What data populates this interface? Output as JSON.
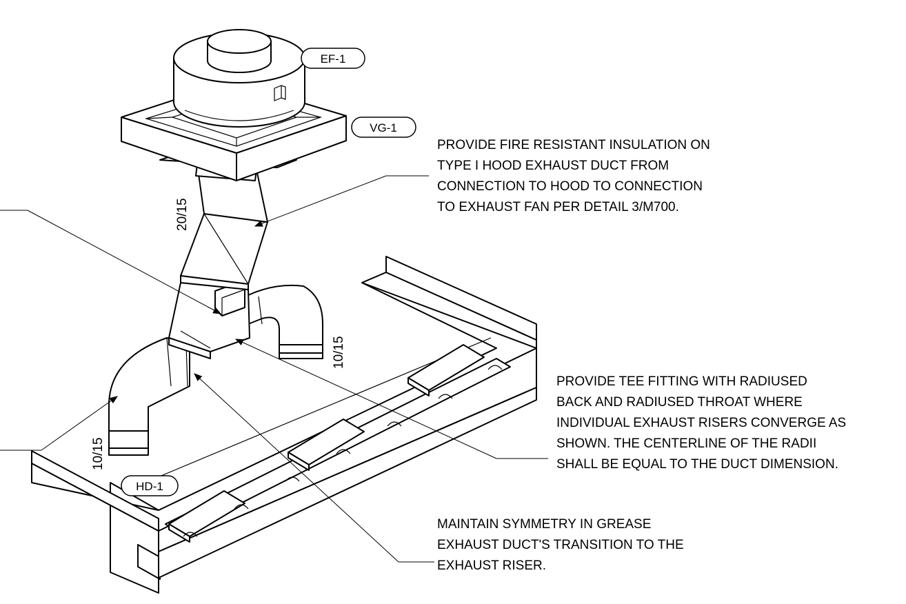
{
  "tags": {
    "exhaust_fan": "EF-1",
    "vent_grille": "VG-1",
    "hood": "HD-1"
  },
  "dimensions": {
    "riser_duct": "20/15",
    "right_branch": "10/15",
    "left_branch": "10/15"
  },
  "notes": {
    "insulation": [
      "PROVIDE FIRE RESISTANT INSULATION ON",
      "TYPE I HOOD EXHAUST DUCT FROM",
      "CONNECTION TO HOOD TO CONNECTION",
      "TO EXHAUST FAN PER DETAIL 3/M700."
    ],
    "tee_fitting": [
      "PROVIDE TEE FITTING WITH RADIUSED",
      "BACK AND RADIUSED THROAT WHERE",
      "INDIVIDUAL EXHAUST RISERS CONVERGE AS",
      "SHOWN. THE CENTERLINE OF THE RADII",
      "SHALL BE EQUAL TO THE DUCT DIMENSION."
    ],
    "symmetry": [
      "MAINTAIN SYMMETRY IN GREASE",
      "EXHAUST DUCT'S TRANSITION TO THE",
      "EXHAUST RISER."
    ]
  }
}
